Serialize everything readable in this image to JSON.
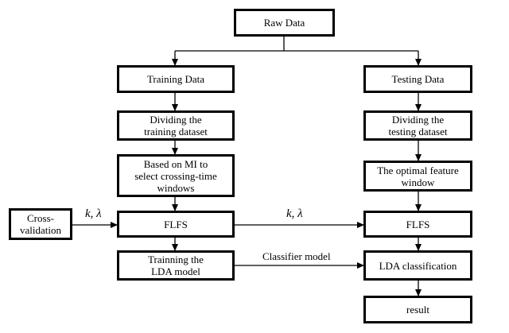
{
  "nodes": {
    "raw_data": "Raw Data",
    "training_data": "Training Data",
    "testing_data": "Testing Data",
    "divide_training": "Dividing the\ntraining dataset",
    "divide_testing": "Dividing the\ntesting dataset",
    "mi_select": "Based on MI to\nselect crossing-time\nwindows",
    "optimal_window": "The optimal feature\nwindow",
    "cross_validation": "Cross-\nvalidation",
    "flfs_left": "FLFS",
    "flfs_right": "FLFS",
    "train_lda": "Trainning the\nLDA model",
    "lda_classification": "LDA classification",
    "result": "result"
  },
  "edge_labels": {
    "param_left": "k, λ",
    "param_middle": "k, λ",
    "classifier_model": "Classifier model"
  }
}
